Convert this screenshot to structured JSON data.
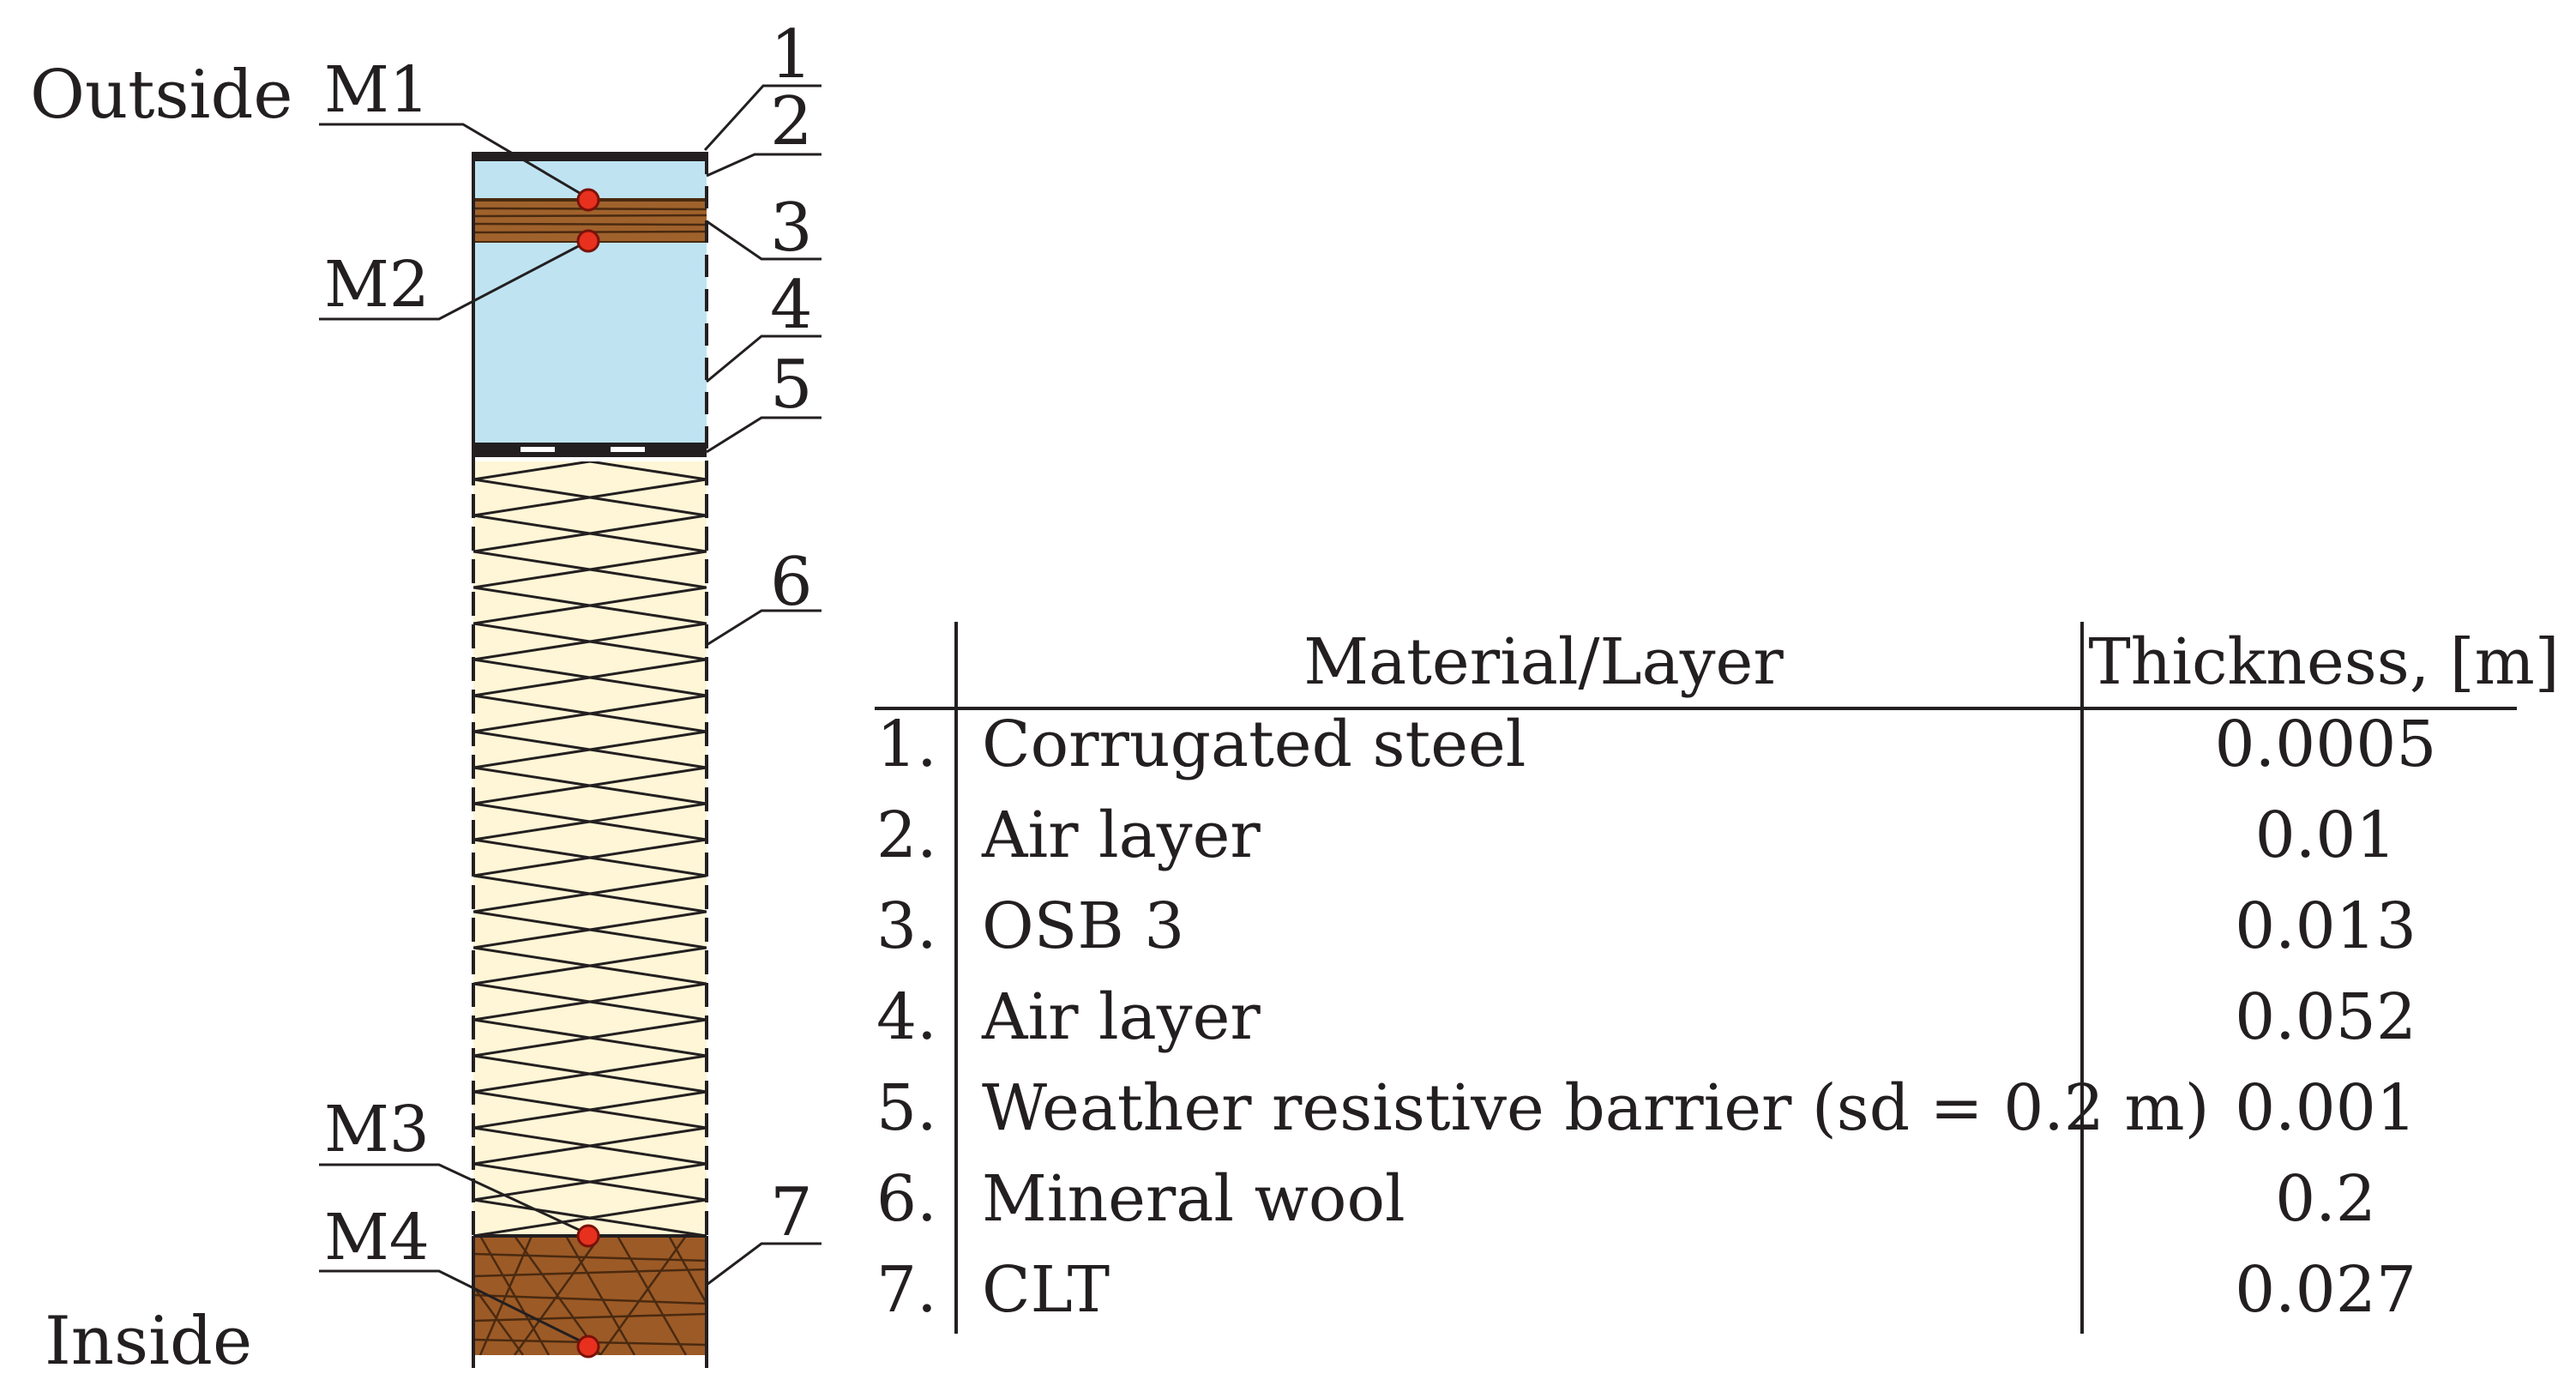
{
  "diagram": {
    "side_labels": {
      "outside": "Outside",
      "inside": "Inside"
    },
    "sensors": [
      "M1",
      "M2",
      "M3",
      "M4"
    ],
    "layer_numbers": [
      "1",
      "2",
      "3",
      "4",
      "5",
      "6",
      "7"
    ],
    "colors": {
      "air": "#bfe3f1",
      "osb": "#a0622c",
      "clt": "#9c5a26",
      "wool": "#fef6d6",
      "sensor": "#e8301e",
      "line": "#231f20"
    }
  },
  "table": {
    "header": {
      "material": "Material/Layer",
      "thickness": "Thickness, [m]"
    },
    "rows": [
      {
        "num": "1.",
        "material": "Corrugated steel",
        "thickness": "0.0005"
      },
      {
        "num": "2.",
        "material": "Air layer",
        "thickness": "0.01"
      },
      {
        "num": "3.",
        "material": "OSB 3",
        "thickness": "0.013"
      },
      {
        "num": "4.",
        "material": "Air layer",
        "thickness": "0.052"
      },
      {
        "num": "5.",
        "material": "Weather resistive barrier (sd = 0.2 m)",
        "thickness": "0.001"
      },
      {
        "num": "6.",
        "material": "Mineral wool",
        "thickness": "0.2"
      },
      {
        "num": "7.",
        "material": "CLT",
        "thickness": "0.027"
      }
    ]
  }
}
